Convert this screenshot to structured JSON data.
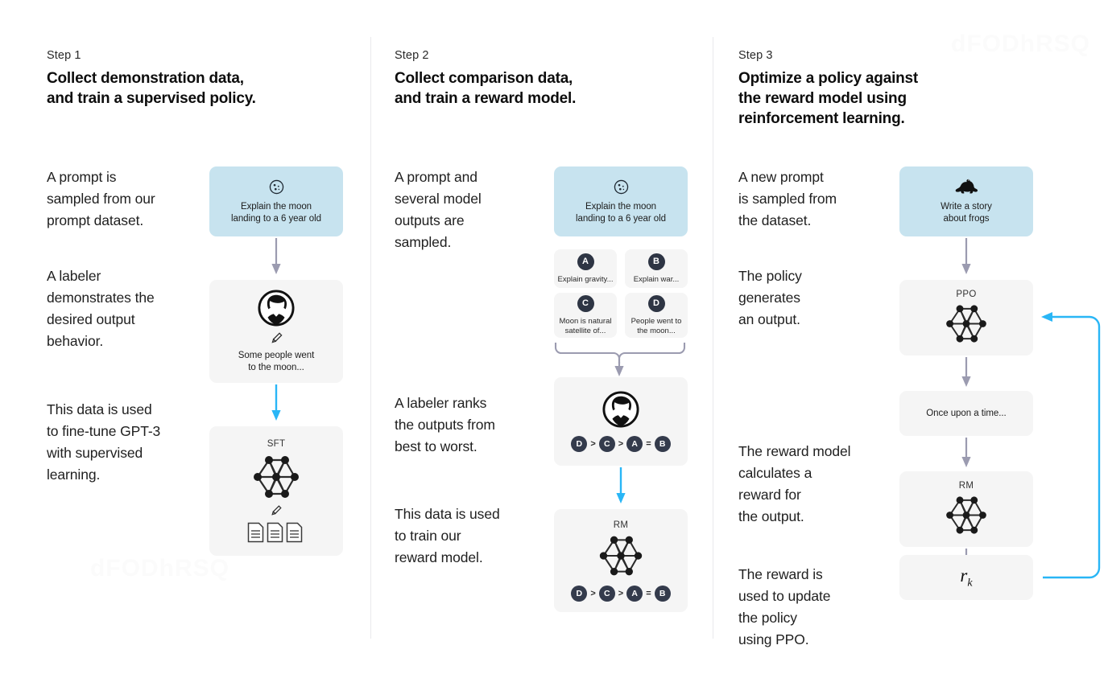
{
  "watermarks": {
    "top_right": "dFODhRSQ",
    "bottom_left": "dFODhRSQ"
  },
  "colors": {
    "prompt_card_blue": "#c7e3ef",
    "neutral_card_gray": "#f5f5f5",
    "arrow_gray": "#9b9bb0",
    "arrow_blue": "#29b6f6",
    "badge_navy": "#2e3544",
    "divider": "#e9e9ec"
  },
  "columns": [
    {
      "step_label": "Step 1",
      "title": "Collect demonstration data,\nand train a supervised policy.",
      "narratives": [
        "A prompt is\nsampled from our\nprompt dataset.",
        "A labeler\ndemonstrates the\ndesired output\nbehavior.",
        "This data is used\nto fine-tune GPT-3\nwith supervised\nlearning."
      ],
      "cards": [
        {
          "kind": "prompt",
          "icon": "moon-icon",
          "text": "Explain the moon\nlanding to a 6 year old"
        },
        {
          "kind": "labeler",
          "icon": "labeler-avatar-icon",
          "sub_icon": "pencil-icon",
          "text": "Some people went\nto the moon..."
        },
        {
          "kind": "model",
          "title": "SFT",
          "icon": "neural-network-icon",
          "sub_icon": "pencil-icon",
          "extra_icon": "documents-icon"
        }
      ]
    },
    {
      "step_label": "Step 2",
      "title": "Collect comparison data,\nand train a reward model.",
      "narratives": [
        "A prompt and\nseveral model\noutputs are\nsampled.",
        "A labeler ranks\nthe outputs from\nbest to worst.",
        "This data is used\nto train our\nreward model."
      ],
      "cards": [
        {
          "kind": "prompt",
          "icon": "moon-icon",
          "text": "Explain the moon\nlanding to a 6 year old"
        },
        {
          "kind": "labeler",
          "icon": "labeler-avatar-icon",
          "ranking": [
            "D",
            ">",
            "C",
            ">",
            "A",
            "=",
            "B"
          ]
        },
        {
          "kind": "model",
          "title": "RM",
          "icon": "neural-network-icon",
          "ranking": [
            "D",
            ">",
            "C",
            ">",
            "A",
            "=",
            "B"
          ]
        }
      ],
      "options": [
        {
          "letter": "A",
          "text": "Explain gravity..."
        },
        {
          "letter": "B",
          "text": "Explain war..."
        },
        {
          "letter": "C",
          "text": "Moon is natural\nsatellite of..."
        },
        {
          "letter": "D",
          "text": "People went to\nthe moon..."
        }
      ]
    },
    {
      "step_label": "Step 3",
      "title": "Optimize a policy against\nthe reward model using\nreinforcement learning.",
      "narratives": [
        "A new prompt\nis sampled from\nthe dataset.",
        "The policy\ngenerates\nan output.",
        "The reward model\ncalculates a\nreward for\nthe output.",
        "The reward is\nused to update\nthe policy\nusing PPO."
      ],
      "cards": [
        {
          "kind": "prompt",
          "icon": "frog-icon",
          "text": "Write a story\nabout frogs"
        },
        {
          "kind": "model",
          "title": "PPO",
          "icon": "neural-network-icon"
        },
        {
          "kind": "output",
          "text": "Once upon a time..."
        },
        {
          "kind": "model",
          "title": "RM",
          "icon": "neural-network-icon"
        },
        {
          "kind": "reward",
          "symbol": "r",
          "subscript": "k"
        }
      ]
    }
  ]
}
